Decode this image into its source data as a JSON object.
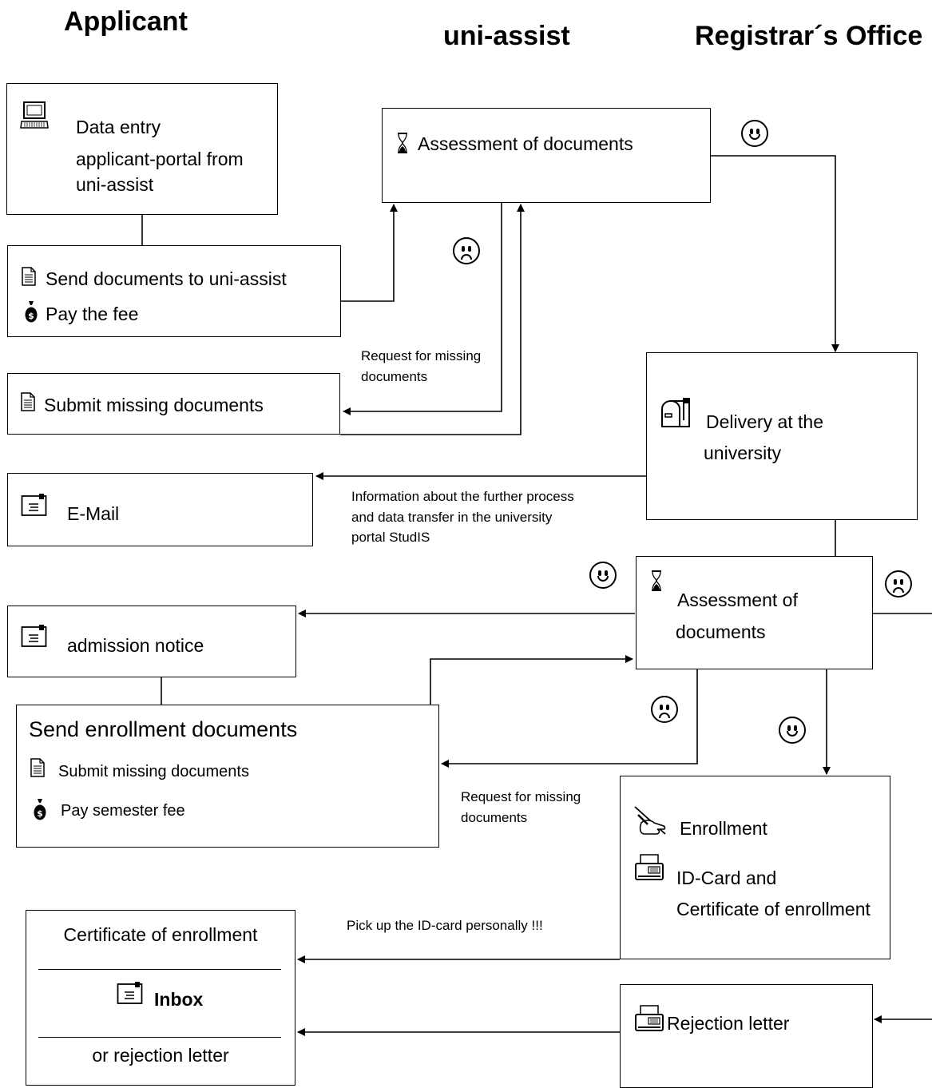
{
  "headers": {
    "applicant": "Applicant",
    "uni_assist": "uni-assist",
    "registrar": "Registrar´s Office"
  },
  "boxes": {
    "data_entry": {
      "line1": "Data entry",
      "line2": "applicant-portal from",
      "line3": "uni-assist",
      "icon": "computer-icon"
    },
    "send_docs": {
      "line1": "Send documents to uni-assist",
      "line2": "Pay the fee",
      "icons": [
        "document-icon",
        "money-bag-icon"
      ]
    },
    "submit_missing": {
      "line1": "Submit missing documents",
      "icon": "document-icon"
    },
    "email": {
      "line1": "E-Mail",
      "icon": "letter-icon"
    },
    "admission": {
      "line1": "admission notice",
      "icon": "letter-icon"
    },
    "enroll_docs": {
      "title": "Send enrollment documents",
      "line1": "Submit missing documents",
      "line2": "Pay semester fee",
      "icons": [
        "document-icon",
        "money-bag-icon"
      ]
    },
    "certificate": {
      "line1": "Certificate of enrollment",
      "line2": "Inbox",
      "line3": "or rejection letter",
      "icon": "letter-icon"
    },
    "assessment_ua": {
      "line1": "Assessment of documents",
      "icon": "hourglass-icon"
    },
    "delivery": {
      "line1": "Delivery at the",
      "line2": "university",
      "icon": "mailbox-icon"
    },
    "assessment_ro": {
      "line1": "Assessment of",
      "line2": "documents",
      "icon": "hourglass-icon"
    },
    "enrollment": {
      "line1": "Enrollment",
      "line2": "ID-Card and",
      "line3": "Certificate of enrollment",
      "icons": [
        "writing-hand-icon",
        "fax-icon"
      ]
    },
    "rejection": {
      "line1": "Rejection letter",
      "icon": "fax-icon"
    }
  },
  "labels": {
    "request1": {
      "line1": "Request for missing",
      "line2": "documents"
    },
    "info": {
      "line1": "Information about the further process",
      "line2": "and data transfer in the university",
      "line3": "portal StudIS"
    },
    "request2": {
      "line1": "Request for missing",
      "line2": "documents"
    },
    "pickup": "Pick up the ID-card personally !!!"
  },
  "faces": [
    "happy",
    "sad",
    "happy",
    "sad",
    "sad",
    "happy"
  ]
}
